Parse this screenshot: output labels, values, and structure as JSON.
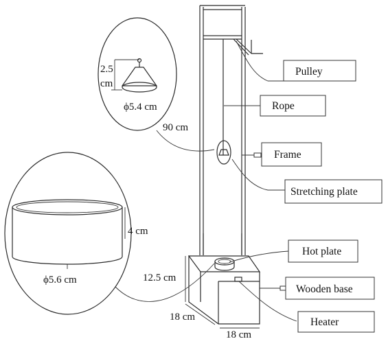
{
  "labels": {
    "pulley": "Pulley",
    "rope": "Rope",
    "frame": "Frame",
    "stretching_plate": "Stretching plate",
    "hot_plate": "Hot plate",
    "wooden_base": "Wooden base",
    "heater": "Heater"
  },
  "dimensions": {
    "plate_height_value": "2.5",
    "plate_height_unit": "cm",
    "plate_diameter": "ϕ5.4 cm",
    "frame_height": "90 cm",
    "cup_height": "4 cm",
    "cup_diameter": "ϕ5.6 cm",
    "base_height": "12.5 cm",
    "base_depth": "18 cm",
    "base_width": "18 cm"
  }
}
